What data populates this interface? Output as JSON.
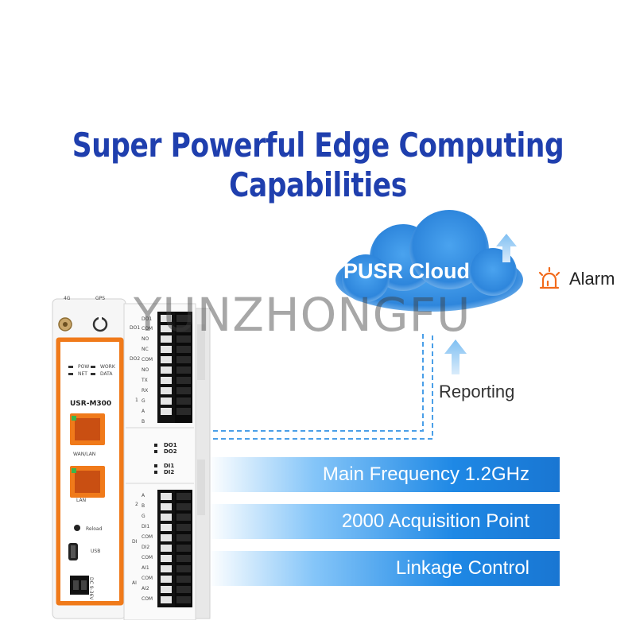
{
  "title": {
    "line1": "Super Powerful Edge Computing",
    "line2": "Capabilities"
  },
  "cloud": {
    "label": "PUSR Cloud",
    "icon": "cloud-icon",
    "color": "#2a8ee0"
  },
  "alarm": {
    "label": "Alarm",
    "icon": "siren-icon",
    "color": "#f26a1b"
  },
  "reporting": {
    "label": "Reporting",
    "icon": "arrow-up-icon"
  },
  "features": [
    {
      "label": "Main Frequency 1.2GHz"
    },
    {
      "label": "2000 Acquisition Point"
    },
    {
      "label": "Linkage Control"
    }
  ],
  "watermark": "YUNZHONGFU",
  "device": {
    "model": "USR-M300",
    "top_labels": {
      "antenna": "4G",
      "gps": "GPS"
    },
    "leds": {
      "pow": "POW",
      "work": "WORK",
      "net": "NET",
      "data": "DATA"
    },
    "ports": {
      "wanlan": "WAN/LAN",
      "lan": "LAN",
      "reload": "Reload",
      "usb": "USB",
      "power": "DC 9-36V"
    },
    "top_terminal_labels": [
      "DO1",
      "COM",
      "NO",
      "NC",
      "COM",
      "NO",
      "TX",
      "RX",
      "G",
      "A",
      "B"
    ],
    "top_terminal_group_labels": {
      "do1": "DO1",
      "do2": "DO2",
      "rs": "1"
    },
    "status_leds": [
      "DO1",
      "DO2",
      "DI1",
      "DI2"
    ],
    "bottom_terminal_labels": [
      "A",
      "B",
      "G",
      "DI1",
      "COM",
      "DI2",
      "COM",
      "AI1",
      "COM",
      "AI2",
      "COM"
    ],
    "bottom_terminal_group_labels": {
      "rs2": "2",
      "di": "DI",
      "ai": "AI"
    },
    "accent_color": "#f07a1a"
  },
  "colors": {
    "title": "#1f3fae",
    "bar": "#1e88e5",
    "dashed_line": "#4a9fe8"
  }
}
